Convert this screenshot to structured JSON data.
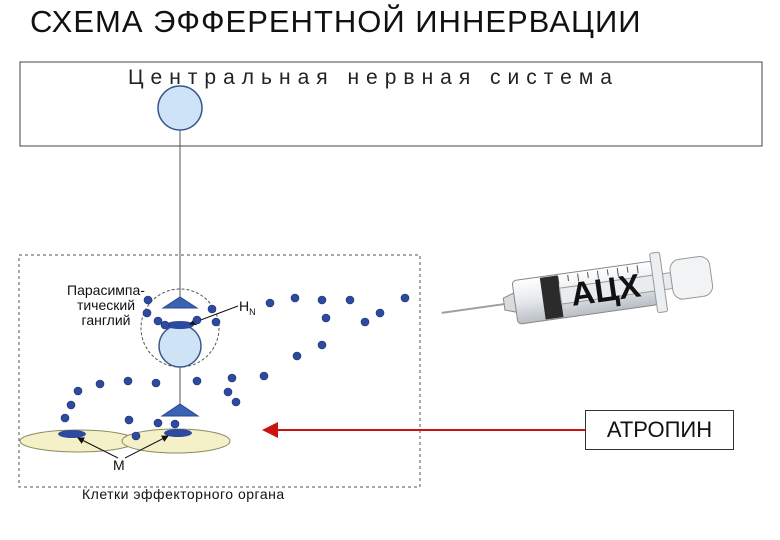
{
  "title": "СХЕМА ЭФФЕРЕНТНОЙ ИННЕРВАЦИИ",
  "cns_label": "Центральная нервная система",
  "ganglion_label": "Парасимпа-тический ганглий",
  "receptor_hn": {
    "letter": "Н",
    "subscript": "N"
  },
  "receptor_m": "М",
  "effector_label": "Клетки эффекторного органа",
  "syringe_label": "АЦХ",
  "blocker_label": "АТРОПИН",
  "colors": {
    "neuron_fill": "#cfe3f7",
    "neuron_stroke": "#3a5a8c",
    "terminal_fill": "#3b63b3",
    "vesicle_fill": "#2e4a9e",
    "cell_fill": "#f4f0c8",
    "arrow": "#cc1111"
  },
  "icons": [
    "neuron-icon",
    "synapse-terminal-icon",
    "syringe-icon",
    "arrow-icon"
  ]
}
